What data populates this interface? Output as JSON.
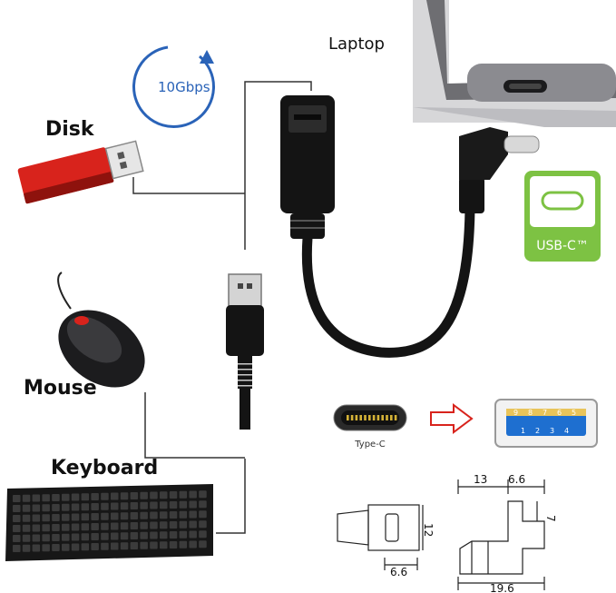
{
  "labels": {
    "laptop": "Laptop",
    "disk": "Disk",
    "mouse": "Mouse",
    "keyboard": "Keyboard",
    "speed": "10Gbps",
    "usbc_badge": "USB-C™",
    "typec_caption": "Type-C"
  },
  "pins": {
    "top": [
      "9",
      "8",
      "7",
      "6",
      "5"
    ],
    "bottom": [
      "1",
      "2",
      "3",
      "4"
    ]
  },
  "dimensions": {
    "d13": "13",
    "d66_top": "6.6",
    "d7": "7",
    "d12": "12",
    "d66_bottom": "6.6",
    "d196": "19.6"
  },
  "colors": {
    "speed_ring": "#2a63b8",
    "usbc_badge": "#7dc243",
    "disk": "#d8231c",
    "usb_port_blue": "#1e6fd0",
    "arrow": "#d8231c",
    "cable": "#111111"
  }
}
